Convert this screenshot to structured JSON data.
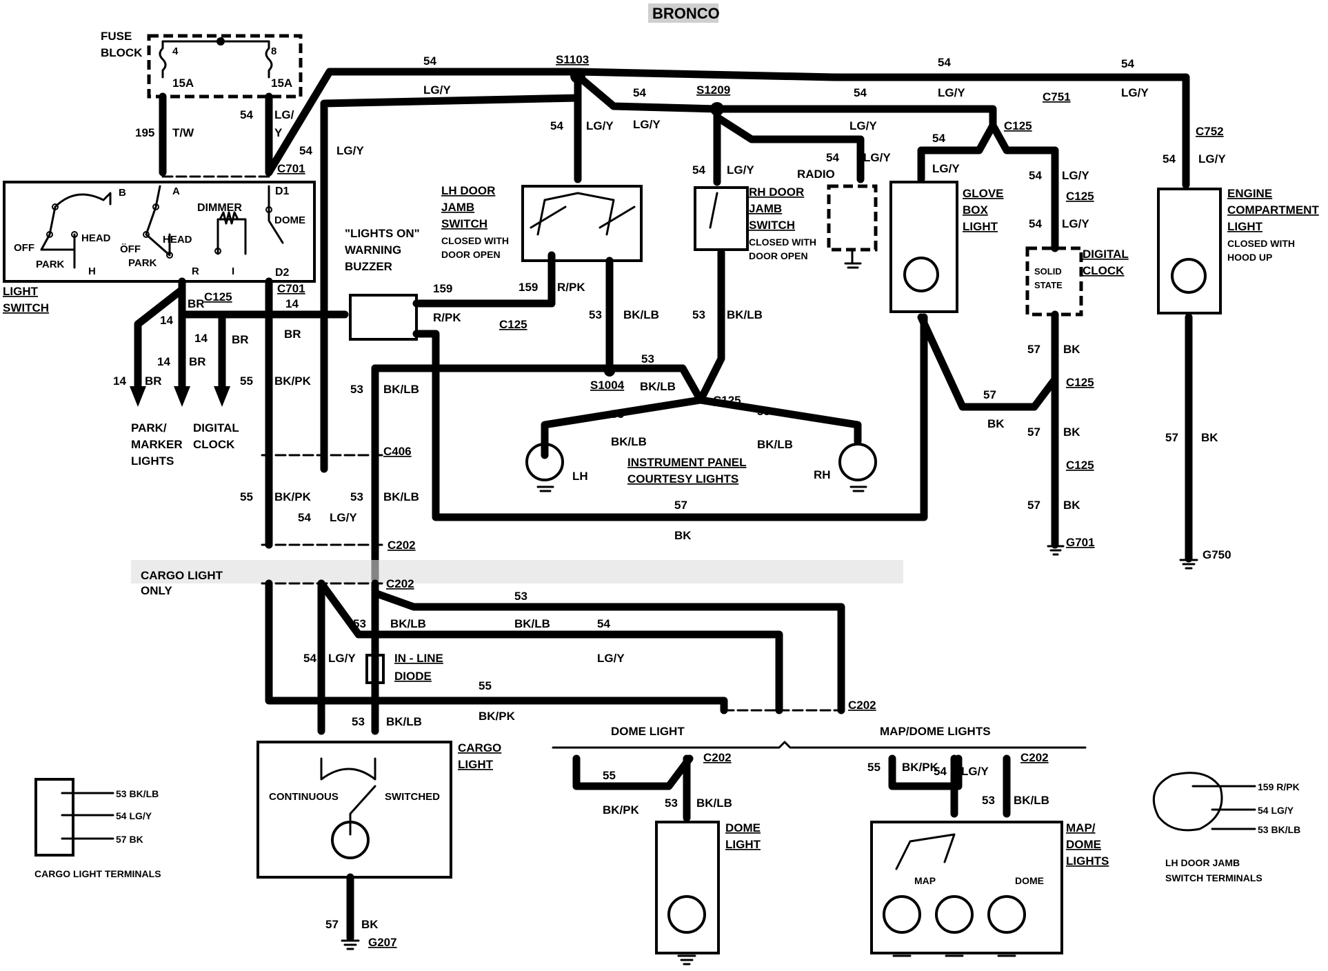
{
  "title": "BRONCO",
  "components": {
    "fuse_block": [
      "FUSE",
      "BLOCK"
    ],
    "fuse_left": [
      "4",
      "15A"
    ],
    "fuse_right": [
      "8",
      "15A"
    ],
    "light_switch": [
      "LIGHT",
      "SWITCH"
    ],
    "switch_terms": [
      "B",
      "A",
      "D1",
      "D2",
      "R",
      "I",
      "H"
    ],
    "switch_pos": [
      "OFF",
      "PARK",
      "HEAD",
      "ÖFF",
      "HEAD",
      "PARK",
      "DIMMER",
      "DOME"
    ],
    "lights_on": [
      "\"LIGHTS ON\"",
      "WARNING",
      "BUZZER"
    ],
    "lh_door": [
      "LH DOOR",
      "JAMB",
      "SWITCH",
      "CLOSED WITH",
      "DOOR OPEN"
    ],
    "rh_door": [
      "RH DOOR",
      "JAMB",
      "SWITCH",
      "CLOSED WITH",
      "DOOR OPEN"
    ],
    "radio": "RADIO",
    "glove_box": [
      "GLOVE",
      "BOX",
      "LIGHT"
    ],
    "digital_clock": [
      "DIGITAL",
      "CLOCK"
    ],
    "solid_state": [
      "SOLID",
      "STATE"
    ],
    "engine": [
      "ENGINE",
      "COMPARTMENT",
      "LIGHT",
      "CLOSED WITH",
      "HOOD UP"
    ],
    "park_marker": [
      "PARK/",
      "MARKER",
      "LIGHTS"
    ],
    "digital_clock_bottom": [
      "DIGITAL",
      "CLOCK"
    ],
    "courtesy": [
      "INSTRUMENT PANEL",
      "COURTESY LIGHTS"
    ],
    "lh": "LH",
    "rh": "RH",
    "cargo_only": [
      "CARGO LIGHT",
      "ONLY"
    ],
    "inline_diode": [
      "IN - LINE",
      "DIODE"
    ],
    "cargo_light": [
      "CARGO",
      "LIGHT"
    ],
    "continuous": "CONTINUOUS",
    "switched": "SWITCHED",
    "dome_light_hdr": "DOME LIGHT",
    "map_dome_hdr": "MAP/DOME LIGHTS",
    "dome_light": [
      "DOME",
      "LIGHT"
    ],
    "map_dome": [
      "MAP/",
      "DOME",
      "LIGHTS"
    ],
    "map": "MAP",
    "dome": "DOME",
    "cargo_terminals": {
      "title": "CARGO LIGHT TERMINALS",
      "pins": [
        "53 BK/LB",
        "54 LG/Y",
        "57 BK"
      ]
    },
    "lh_terminals": {
      "title": [
        "LH DOOR JAMB",
        "SWITCH TERMINALS"
      ],
      "pins": [
        "159 R/PK",
        "54 LG/Y",
        "53 BK/LB"
      ]
    }
  },
  "connectors": {
    "s1103": "S1103",
    "s1209": "S1209",
    "s1004": "S1004",
    "c751": "C751",
    "c752": "C752",
    "c701a": "C701",
    "c701b": "C701",
    "c125": "C125",
    "c406": "C406",
    "c202": "C202",
    "g701": "G701",
    "g750": "G750",
    "g207": "G207"
  },
  "wires": {
    "n54": "54",
    "lgy": "LG/Y",
    "n195": "195",
    "tw": "T/W",
    "y": "Y",
    "lg": "LG/",
    "n14": "14",
    "br": "BR",
    "n55": "55",
    "bkpk": "BK/PK",
    "n53": "53",
    "bklb": "BK/LB",
    "n159": "159",
    "rpk": "R/PK",
    "n57": "57",
    "bk": "BK"
  }
}
